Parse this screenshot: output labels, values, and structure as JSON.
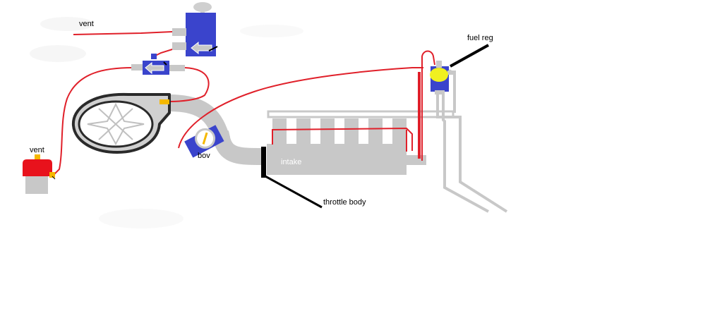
{
  "labels": {
    "vent_top": "vent",
    "vent_left": "vent",
    "fuel_reg": "fuel reg",
    "bov": "bov",
    "intake": "intake",
    "throttle_body": "throttle body"
  },
  "colors": {
    "background": "#ffffff",
    "vacuum_line": "#e0202a",
    "pipe": "#c8c8c8",
    "solenoid": "#3a44cc",
    "canister": "#e8121c",
    "fitting": "#f5b800",
    "fuel_reg_body": "#f0f020",
    "pointer_line": "#000000"
  },
  "icons": {
    "turbo": "turbocharger-icon",
    "solenoid": "boost-solenoid-icon",
    "catch_can": "catch-can-icon",
    "bov": "blow-off-valve-icon"
  }
}
